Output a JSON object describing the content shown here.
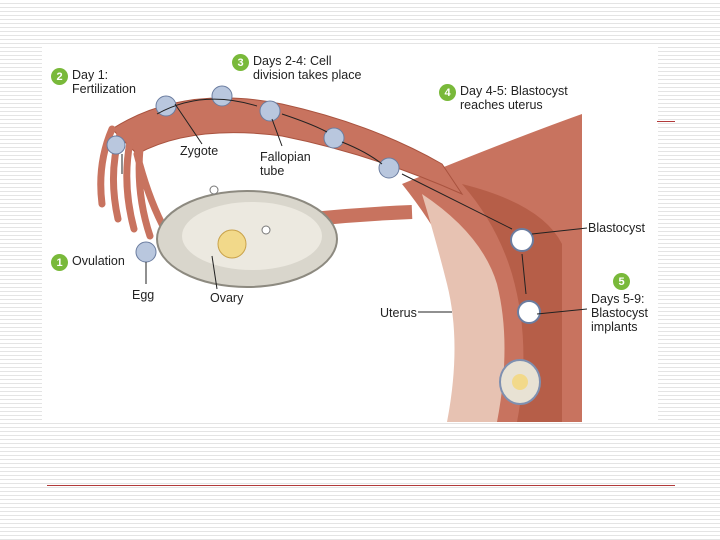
{
  "colors": {
    "badge": "#79b93a",
    "rule": "#b23a3a",
    "tissue": "#c8735f",
    "tissue_dark": "#a9533f",
    "uterus_light": "#e7c2b2",
    "ovary": "#d9d6cc",
    "cell": "#b9c7de"
  },
  "steps": [
    {
      "number": "1",
      "text": "Ovulation"
    },
    {
      "number": "2",
      "text": "Day 1:\nFertilization"
    },
    {
      "number": "3",
      "text": "Days 2-4: Cell\ndivision takes place"
    },
    {
      "number": "4",
      "text": "Day 4-5: Blastocyst\nreaches uterus"
    },
    {
      "number": "5",
      "text": "Days 5-9:\nBlastocyst\nimplants"
    }
  ],
  "labels": {
    "zygote": "Zygote",
    "fallopian_tube": "Fallopian\ntube",
    "egg": "Egg",
    "ovary": "Ovary",
    "blastocyst": "Blastocyst",
    "uterus": "Uterus"
  }
}
